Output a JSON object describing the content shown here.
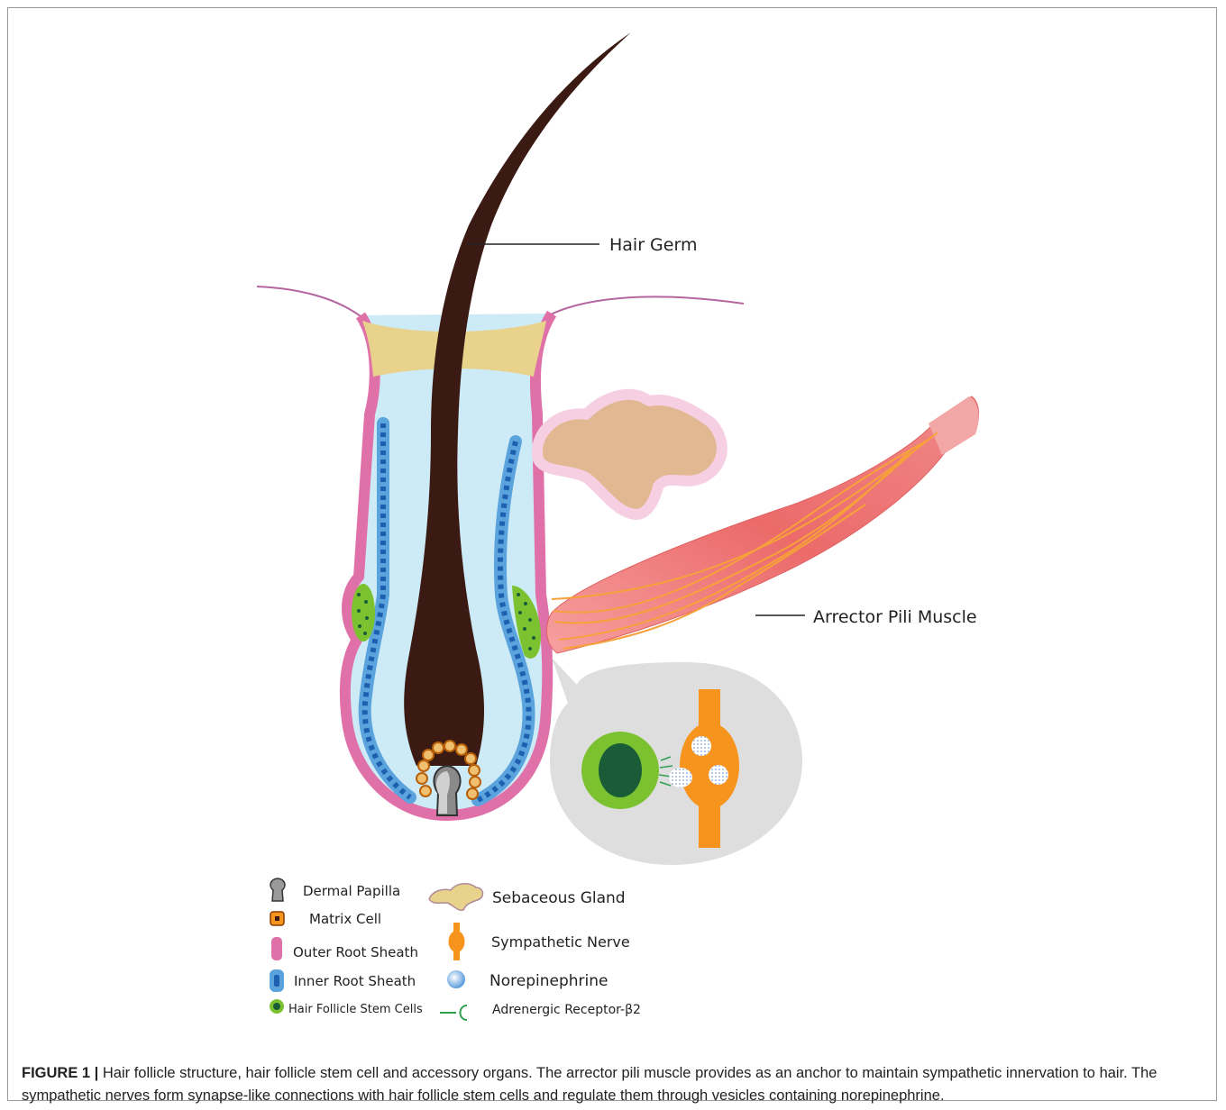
{
  "labels": {
    "hair_germ": "Hair Germ",
    "arrector": "Arrector Pili Muscle"
  },
  "legend": {
    "left": [
      {
        "icon": "dermal-papilla-icon",
        "label": "Dermal Papilla"
      },
      {
        "icon": "matrix-cell-icon",
        "label": "Matrix Cell"
      },
      {
        "icon": "outer-root-sheath-icon",
        "label": "Outer Root Sheath"
      },
      {
        "icon": "inner-root-sheath-icon",
        "label": "Inner Root Sheath"
      },
      {
        "icon": "stem-cell-icon",
        "label": "Hair Follicle Stem Cells"
      }
    ],
    "right": [
      {
        "icon": "sebaceous-gland-icon",
        "label": "Sebaceous Gland"
      },
      {
        "icon": "sympathetic-nerve-icon",
        "label": "Sympathetic Nerve"
      },
      {
        "icon": "norepinephrine-icon",
        "label": "Norepinephrine"
      },
      {
        "icon": "adrenergic-receptor-icon",
        "label": "Adrenergic Receptor-β2"
      }
    ]
  },
  "caption": {
    "label": "FIGURE 1 |",
    "text": " Hair follicle structure, hair follicle stem cell and accessory organs. The arrector pili muscle provides as an anchor to maintain sympathetic innervation to hair. The sympathetic nerves form synapse-like connections with hair follicle stem cells and regulate them through vesicles containing norepinephrine."
  },
  "colors": {
    "hair": "#3a1a12",
    "outer_root_sheath": "#e070a8",
    "inner_root_sheath": "#5ba3dd",
    "follicle_fill": "#cdeaf7",
    "sebum": "#e8d28c",
    "gland": "#e2b892",
    "muscle": "#ee7070",
    "nerve": "#f7941d",
    "stem_cell": "#7cc230",
    "stem_nucleus": "#1a5c38"
  }
}
